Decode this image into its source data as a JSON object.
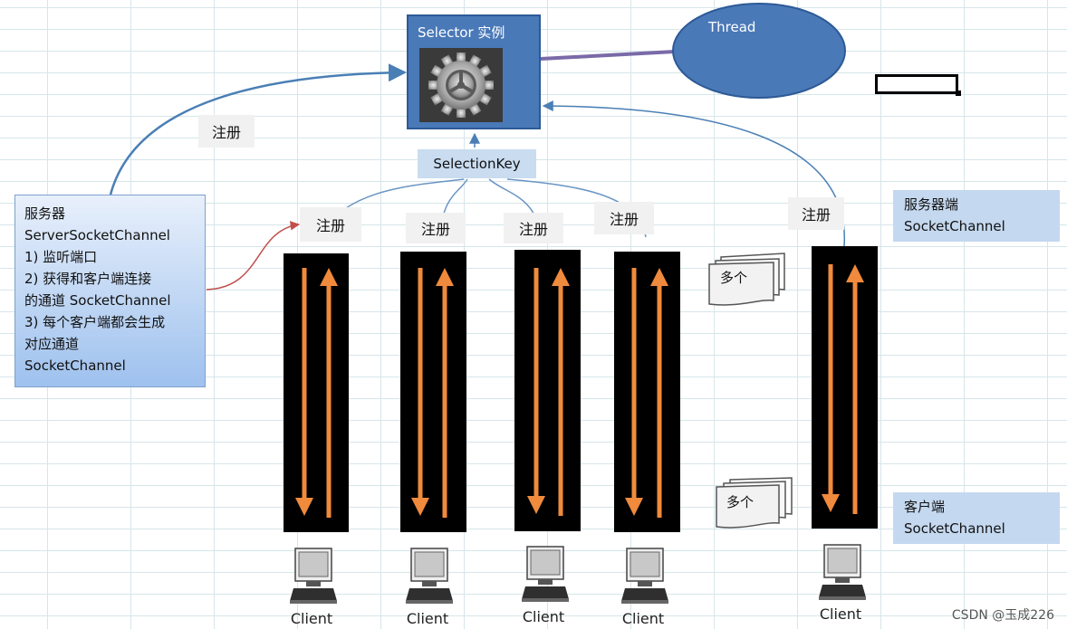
{
  "selector": {
    "title": "Selector 实例"
  },
  "thread": {
    "label": "Thread"
  },
  "selection_key": {
    "label": "SelectionKey"
  },
  "register_label": "注册",
  "register_top_label": "注册",
  "server": {
    "lines": [
      "服务器",
      "ServerSocketChannel",
      "1) 监听端口",
      "2)  获得和客户端连接",
      "的通道 SocketChannel",
      "3) 每个客户端都会生成",
      "对应通道",
      "SocketChannel"
    ]
  },
  "server_side": {
    "line1": "服务器端",
    "line2": "SocketChannel"
  },
  "client_side": {
    "line1": "客户端",
    "line2": "SocketChannel"
  },
  "many_label": "多个",
  "client_label": "Client",
  "channels": [
    {
      "register": "注册",
      "client": "Client"
    },
    {
      "register": "注册",
      "client": "Client"
    },
    {
      "register": "注册",
      "client": "Client"
    },
    {
      "register": "注册",
      "client": "Client"
    },
    {
      "register": "注册",
      "client": "Client"
    }
  ],
  "watermark": "CSDN @玉成226",
  "colors": {
    "selector_fill": "#4a79b8",
    "thread_fill": "#4a79b8",
    "arrow_orange": "#f08a3c",
    "channel_fill": "#000000",
    "curve_blue": "#4a7fb5",
    "curve_red": "#c0504d",
    "connector_purple": "#7a6aa8"
  }
}
